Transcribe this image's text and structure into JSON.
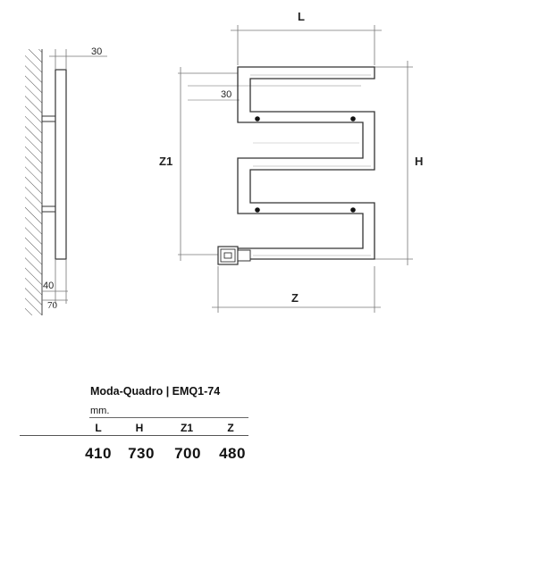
{
  "side_view": {
    "label_depth": "30",
    "label_bracket": "40",
    "label_wall": "70"
  },
  "front_view": {
    "label_L": "L",
    "label_H": "H",
    "label_Z1": "Z1",
    "label_Z": "Z",
    "label_inner": "30"
  },
  "spec_table": {
    "title": "Moda-Quadro | EMQ1-74",
    "unit": "mm.",
    "headers": [
      "L",
      "H",
      "Z1",
      "Z"
    ],
    "values": [
      "410",
      "730",
      "700",
      "480"
    ]
  }
}
